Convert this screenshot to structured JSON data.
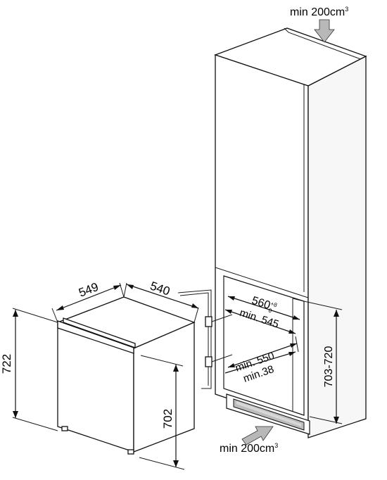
{
  "labels": {
    "top_vent": "min 200cm",
    "top_vent_sup": "3",
    "bottom_vent": "min 200cm",
    "bottom_vent_sup": "3",
    "appliance_depth": "549",
    "appliance_width": "540",
    "appliance_height": "722",
    "appliance_body_height": "702",
    "niche_width": "560",
    "niche_width_tol_upper": "+8",
    "niche_width_tol_lower": "0",
    "min_545": "min. 545",
    "min_550": "min. 550",
    "min_38": "min.38",
    "niche_height": "703-720"
  },
  "colors": {
    "line": "#111111",
    "arrow_fill": "#b8b8b8",
    "cabinet_front_shade": "#f4f4f4",
    "grille_fill": "#bdbdbd"
  }
}
